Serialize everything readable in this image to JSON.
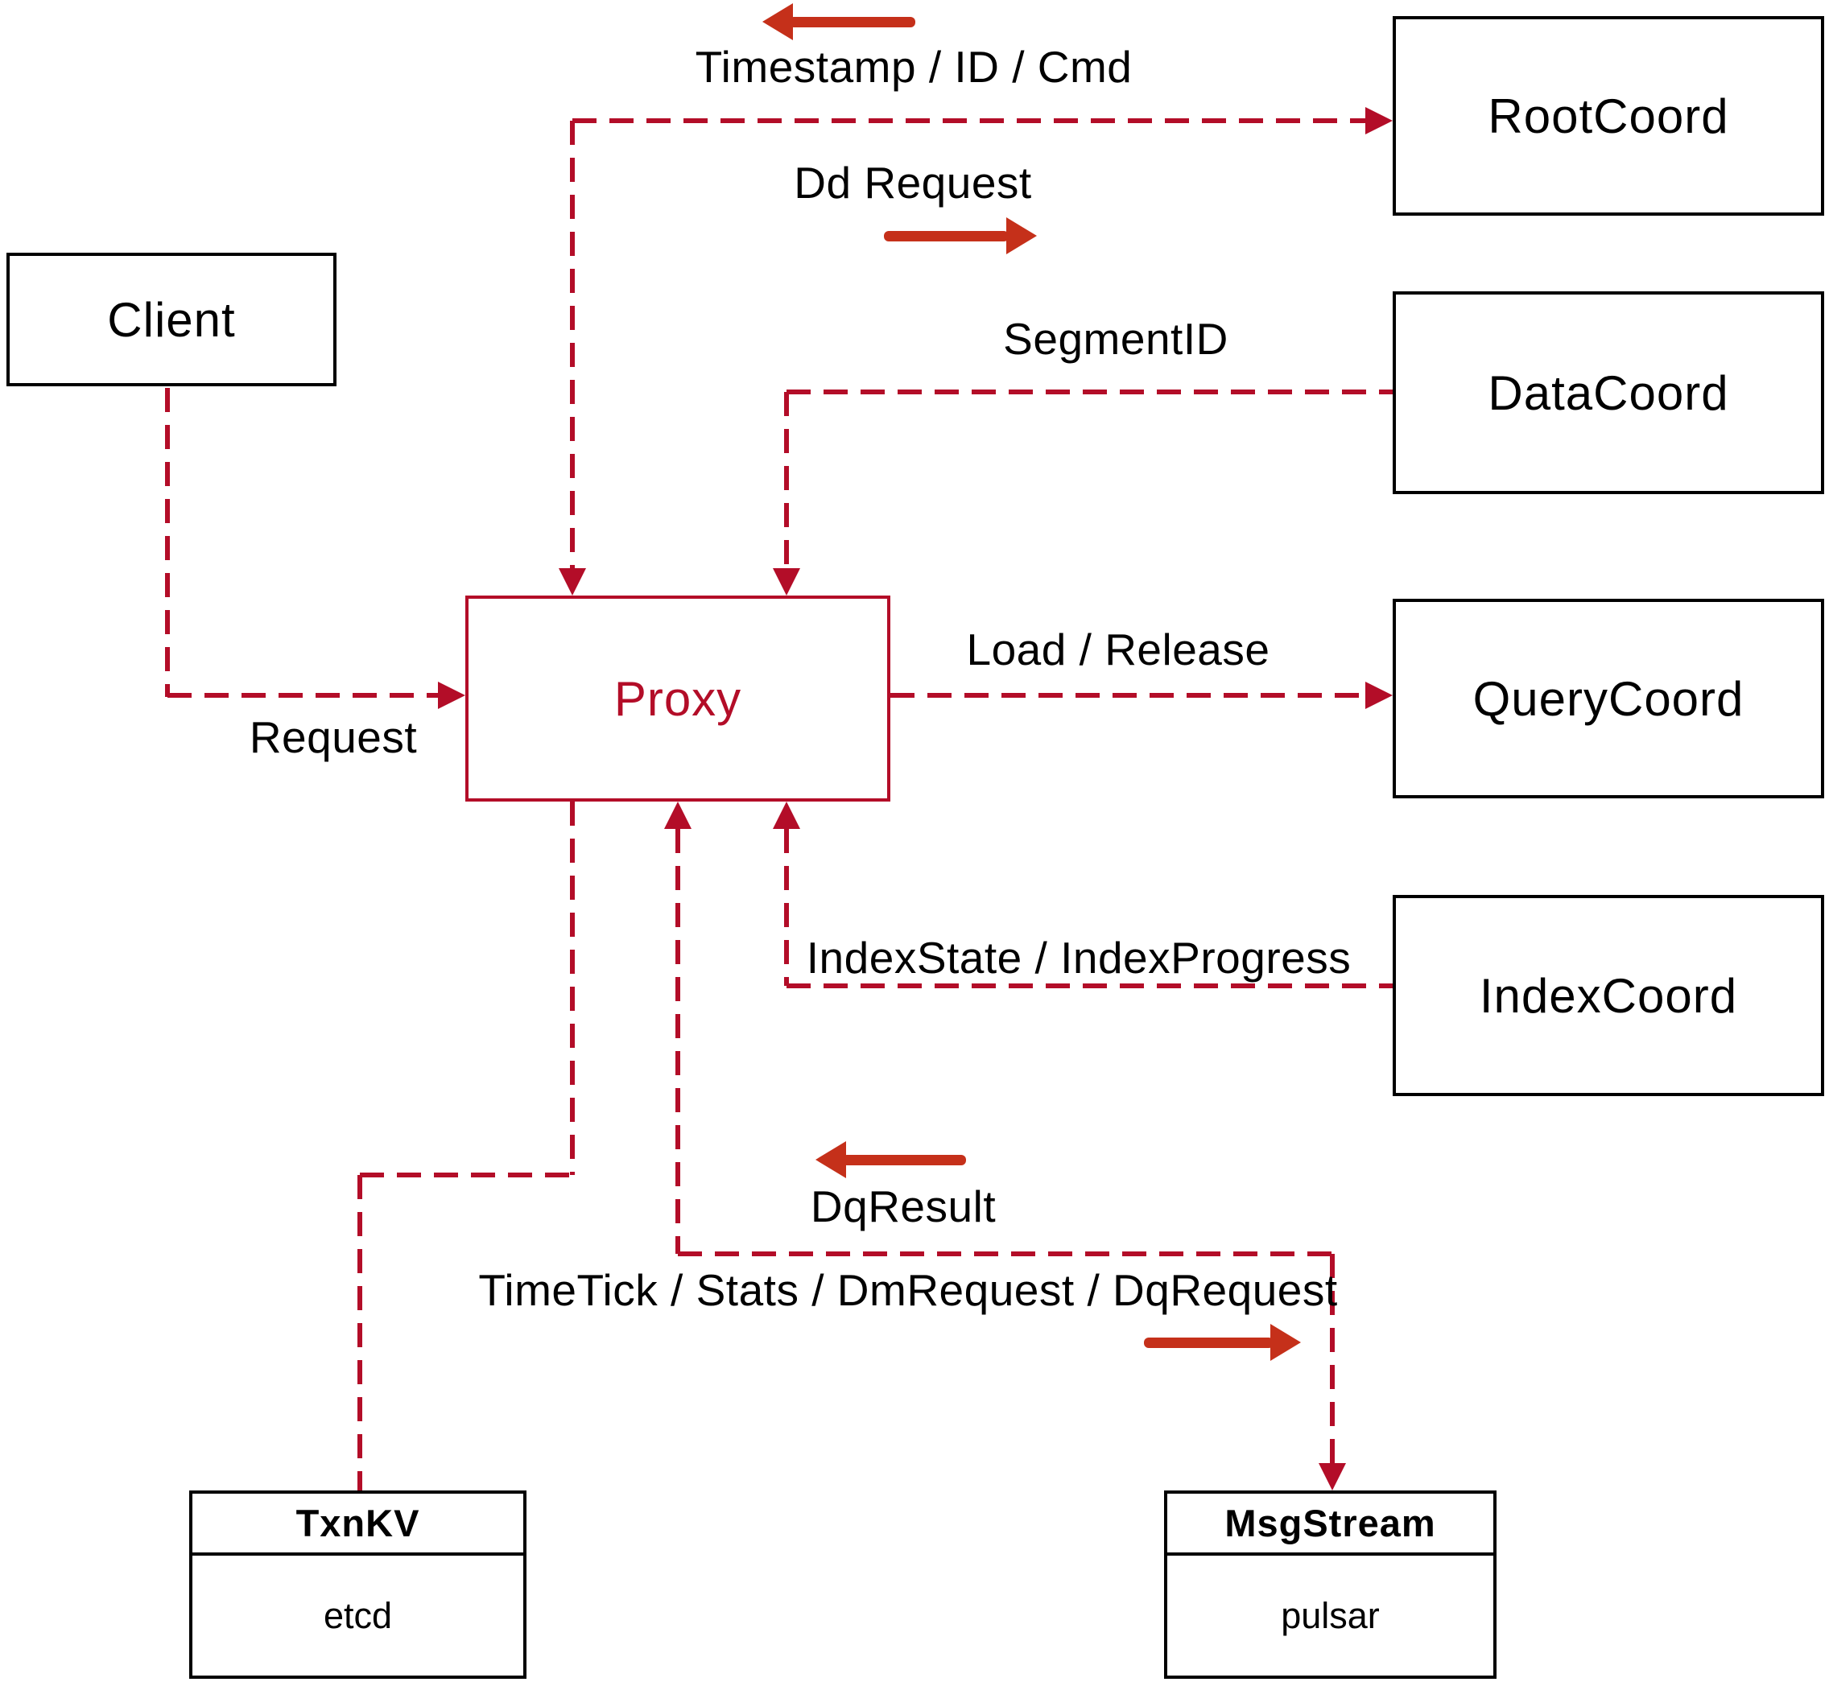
{
  "nodes": {
    "client": {
      "label": "Client"
    },
    "proxy": {
      "label": "Proxy"
    },
    "root_coord": {
      "label": "RootCoord"
    },
    "data_coord": {
      "label": "DataCoord"
    },
    "query_coord": {
      "label": "QueryCoord"
    },
    "index_coord": {
      "label": "IndexCoord"
    },
    "txn_kv": {
      "title": "TxnKV",
      "subtitle": "etcd"
    },
    "msg_stream": {
      "title": "MsgStream",
      "subtitle": "pulsar"
    }
  },
  "edge_labels": {
    "timestamp_id_cmd": "Timestamp / ID / Cmd",
    "dd_request": "Dd Request",
    "segment_id": "SegmentID",
    "request": "Request",
    "load_release": "Load / Release",
    "index_state_progress": "IndexState / IndexProgress",
    "dq_result": "DqResult",
    "timetick_stats": "TimeTick / Stats / DmRequest / DqRequest"
  },
  "colors": {
    "dashed_line": "#b30d28",
    "solid_arrow": "#c5301a",
    "box_border": "#000000",
    "proxy_accent": "#b30d28",
    "background": "#ffffff"
  }
}
